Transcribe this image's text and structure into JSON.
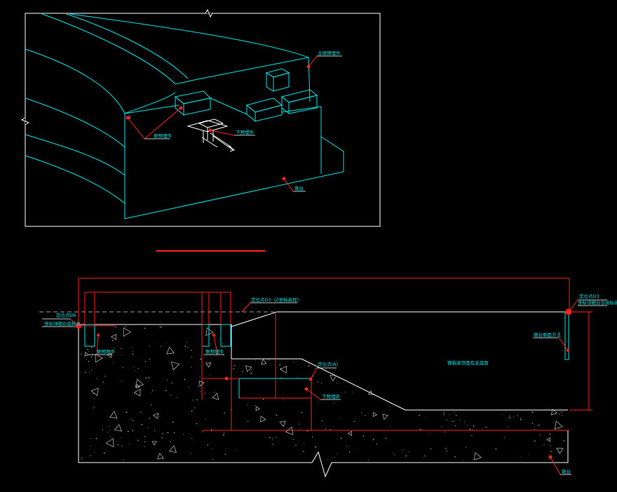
{
  "top_view": {
    "labels": {
      "upper_embed": "主墩预埋件",
      "side_embed": "侧预埋件",
      "lower_embed": "下预埋件",
      "pier": "墩台"
    }
  },
  "bottom_view": {
    "labels": {
      "elev_left": "定位点D6",
      "elev_left_sub": "坐标详细台底标高",
      "elev_right": "定位点D3",
      "elev_right_sub": "坐标详细台台底标高",
      "elev_mid": "定位点D3（Z坐标高程）",
      "point_a": "定位点(A)",
      "left_embed_1": "侧预埋件",
      "left_embed_2": "侧预埋件",
      "lower_embed": "下预埋件",
      "right_note": "墩台侧面方法",
      "center_note": "钢箱梁顶面及支座面",
      "pier": "墩台"
    }
  },
  "colors": {
    "background": "#000000",
    "cyan": "#00e5e5",
    "white": "#ffffff",
    "red": "#ff2020",
    "grey": "#9a9a9a"
  }
}
